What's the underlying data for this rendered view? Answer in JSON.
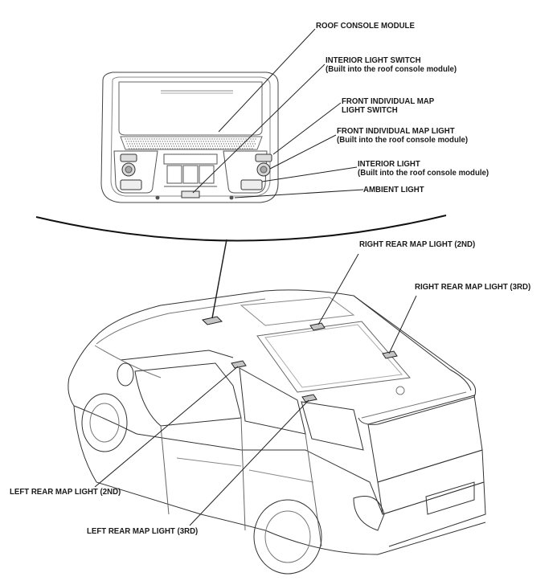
{
  "labels": {
    "roof_console_module": "ROOF CONSOLE MODULE",
    "interior_light_switch": {
      "line1": "INTERIOR LIGHT SWITCH",
      "line2": "(Built into the roof console module)"
    },
    "front_individual_map_light_switch": {
      "line1": "FRONT INDIVIDUAL MAP",
      "line2": "LIGHT SWITCH"
    },
    "front_individual_map_light": {
      "line1": "FRONT INDIVIDUAL MAP LIGHT",
      "line2": "(Built into the roof console module)"
    },
    "interior_light": {
      "line1": "INTERIOR LIGHT",
      "line2": "(Built into the roof console module)"
    },
    "ambient_light": "AMBIENT LIGHT",
    "right_rear_map_light_2nd": "RIGHT REAR MAP LIGHT (2ND)",
    "right_rear_map_light_3rd": "RIGHT REAR MAP LIGHT (3RD)",
    "left_rear_map_light_2nd": "LEFT REAR MAP LIGHT (2ND)",
    "left_rear_map_light_3rd": "LEFT REAR MAP LIGHT (3RD)"
  },
  "colors": {
    "line": "#222222",
    "outline": "#555555",
    "light_fill": "#bdbdbd",
    "background": "#ffffff"
  }
}
